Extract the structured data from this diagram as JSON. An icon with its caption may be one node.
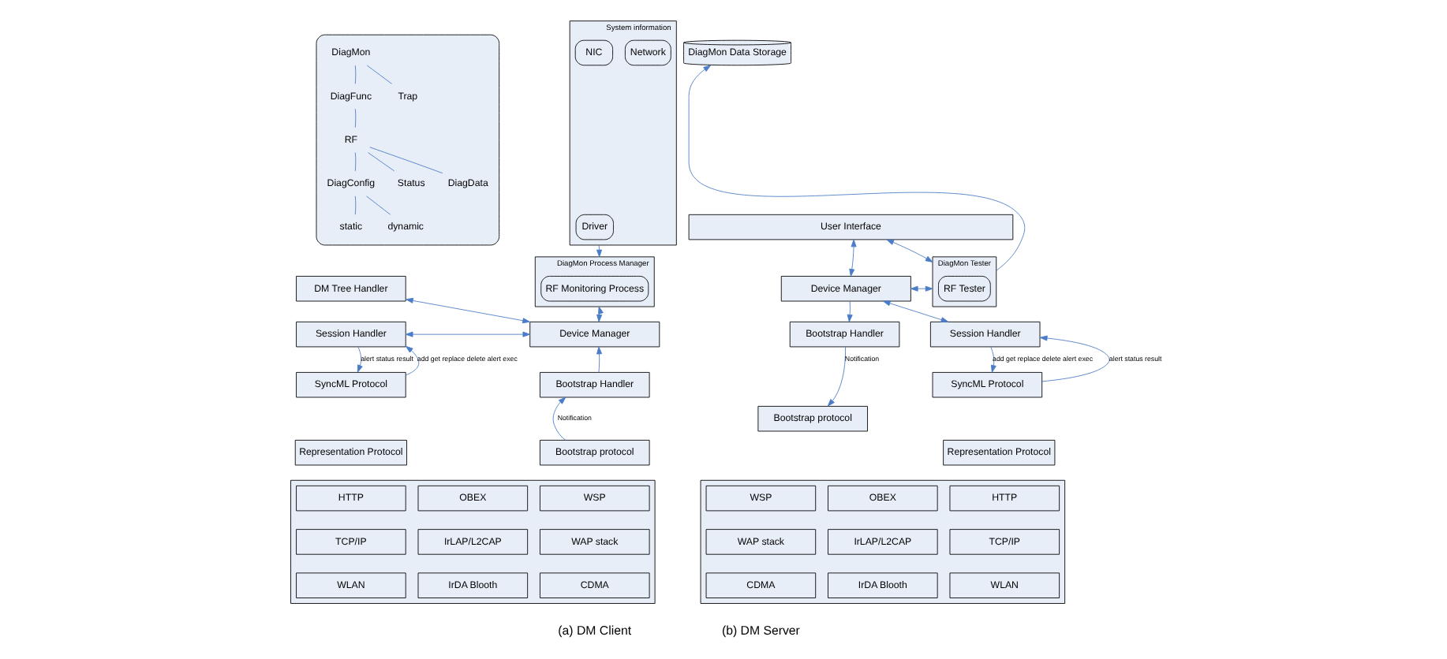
{
  "diagram": {
    "nodes": [
      {
        "text": [
          "System information"
        ]
      },
      {
        "text": [
          "Driver"
        ],
        "in": 0
      },
      {
        "text": [
          "Network"
        ],
        "in": 0
      },
      {
        "text": [
          "NIC"
        ],
        "in": 0
      },
      {
        "text": [
          "DiagMon Process Manager"
        ]
      },
      {
        "text": [
          "RF Monitoring Process"
        ],
        "in": 4
      },
      {
        "text": [
          "Device Manager"
        ]
      },
      {
        "text": [
          "Bootstrap Handler"
        ]
      },
      {
        "text": [
          "Bootstrap protocol"
        ]
      },
      {
        "text": [],
        "shape": "box"
      },
      {
        "text": [
          "DiagMon"
        ],
        "in": 9
      },
      {
        "text": [
          "DiagFunc"
        ],
        "in": 9
      },
      {
        "text": [
          "Trap"
        ],
        "in": 9
      },
      {
        "text": [
          "RF"
        ],
        "in": 9
      },
      {
        "text": [
          "DiagConfig"
        ],
        "in": 9
      },
      {
        "text": [
          "Status"
        ],
        "in": 9
      },
      {
        "text": [
          "DiagData"
        ],
        "in": 9
      },
      {
        "text": [
          "static"
        ],
        "in": 9
      },
      {
        "text": [
          "dynamic"
        ],
        "in": 9
      },
      {
        "text": [
          "DM Tree Handler"
        ]
      },
      {
        "text": [
          "Session Handler"
        ]
      },
      {
        "text": [
          "SyncML Protocol"
        ]
      },
      {
        "text": [
          "Representation Protocol"
        ]
      },
      {
        "text": [],
        "shape": "box"
      },
      {
        "text": [
          "WSP"
        ],
        "in": 23
      },
      {
        "text": [
          "OBEX"
        ],
        "in": 23
      },
      {
        "text": [
          "HTTP"
        ],
        "in": 23
      },
      {
        "text": [
          "WAP stack"
        ],
        "in": 23
      },
      {
        "text": [
          "IrLAP/L2CAP"
        ],
        "in": 23
      },
      {
        "text": [
          "TCP/IP"
        ],
        "in": 23
      },
      {
        "text": [
          "CDMA"
        ],
        "in": 23
      },
      {
        "text": [
          "IrDA Blooth"
        ],
        "in": 23
      },
      {
        "text": [
          "WLAN"
        ],
        "in": 23
      },
      {
        "text": [
          "User Interface"
        ]
      },
      {
        "text": [
          "Device Manager"
        ]
      },
      {
        "text": [
          "DiagMon Tester"
        ]
      },
      {
        "text": [
          "RF Tester"
        ],
        "in": 35
      },
      {
        "text": [
          "DiagMon Data Storage"
        ]
      },
      {
        "text": [
          "Bootstrap Handler"
        ]
      },
      {
        "text": [
          "Bootstrap protocol"
        ]
      },
      {
        "text": [
          "Session Handler"
        ]
      },
      {
        "text": [
          "SyncML Protocol"
        ]
      },
      {
        "text": [
          "Representation Protocol"
        ]
      },
      {
        "text": [],
        "shape": "box"
      },
      {
        "text": [
          "WSP"
        ],
        "in": 43
      },
      {
        "text": [
          "OBEX"
        ],
        "in": 43
      },
      {
        "text": [
          "HTTP"
        ],
        "in": 43
      },
      {
        "text": [
          "WAP stack"
        ],
        "in": 43
      },
      {
        "text": [
          "IrLAP/L2CAP"
        ],
        "in": 43
      },
      {
        "text": [
          "TCP/IP"
        ],
        "in": 43
      },
      {
        "text": [
          "CDMA"
        ],
        "in": 43
      },
      {
        "text": [
          "IrDA Blooth"
        ],
        "in": 43
      },
      {
        "text": [
          "WLAN"
        ],
        "in": 43
      }
    ],
    "edges": [
      {
        "from": 0,
        "to": 4,
        "arrow": "to"
      },
      {
        "from": 4,
        "to": 6,
        "arrow": "both"
      },
      {
        "from": 6,
        "to": 19,
        "arrow": "both"
      },
      {
        "from": 6,
        "to": 20,
        "arrow": "both"
      },
      {
        "from": 7,
        "to": 6,
        "arrow": "to"
      },
      {
        "from": 8,
        "to": 7,
        "arrow": "to",
        "label": "Notification"
      },
      {
        "from": 20,
        "to": 21,
        "arrow": "to",
        "label": "alert status result"
      },
      {
        "from": 21,
        "to": 20,
        "arrow": "to",
        "label": "add get replace delete alert exec"
      },
      {
        "from": 10,
        "to": 11,
        "arrow": "none"
      },
      {
        "from": 10,
        "to": 12,
        "arrow": "none"
      },
      {
        "from": 11,
        "to": 13,
        "arrow": "none"
      },
      {
        "from": 13,
        "to": 14,
        "arrow": "none"
      },
      {
        "from": 13,
        "to": 15,
        "arrow": "none"
      },
      {
        "from": 13,
        "to": 16,
        "arrow": "none"
      },
      {
        "from": 14,
        "to": 17,
        "arrow": "none"
      },
      {
        "from": 14,
        "to": 18,
        "arrow": "none"
      },
      {
        "from": 33,
        "to": 34,
        "arrow": "both"
      },
      {
        "from": 33,
        "to": 35,
        "arrow": "both"
      },
      {
        "from": 34,
        "to": 35,
        "arrow": "both"
      },
      {
        "from": 34,
        "to": 40,
        "arrow": "both"
      },
      {
        "from": 35,
        "to": 37,
        "arrow": "to"
      },
      {
        "from": 34,
        "to": 38,
        "arrow": "to"
      },
      {
        "from": 38,
        "to": 39,
        "arrow": "to",
        "label": "Notification"
      },
      {
        "from": 41,
        "to": 40,
        "arrow": "to",
        "label": "alert status result"
      },
      {
        "from": 40,
        "to": 41,
        "arrow": "to",
        "label": "add get replace delete alert exec"
      }
    ],
    "labels": [
      "(a) DM Client",
      "(b) DM Server"
    ]
  }
}
